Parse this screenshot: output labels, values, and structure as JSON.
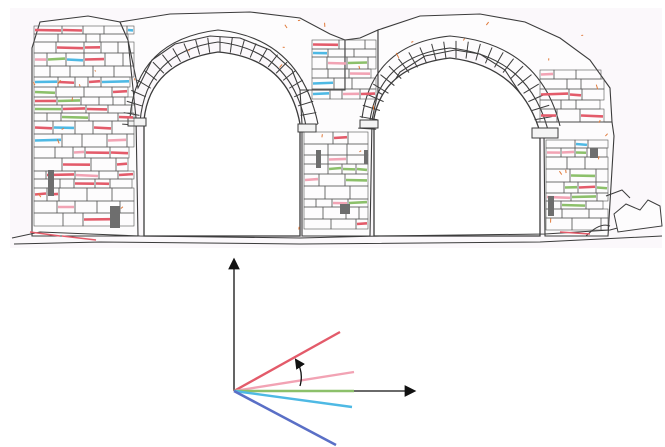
{
  "palette": {
    "background": "#ffffff",
    "drawing_bg": "#fbf8fb",
    "outline": "#3c3c3c",
    "shadow": "#6e6e6e",
    "red": "#e35b6a",
    "pink": "#f2a3b4",
    "green": "#8cc06a",
    "cyan": "#4eb9e4",
    "blue": "#5a6fc6",
    "orange": "#e07b3c",
    "axis": "#111111"
  },
  "elevation": {
    "arch_count": 2,
    "piers": [
      "left-pier",
      "middle-pier",
      "right-pier"
    ],
    "icon": "arch-elevation-drawing"
  },
  "orientation_key": {
    "icon": "angle-key-diagram",
    "axes": [
      "vertical-axis-arrow",
      "horizontal-axis-arrow"
    ],
    "line_colors": [
      "red",
      "pink",
      "green",
      "cyan",
      "blue"
    ],
    "rotation_arrow": "curved-arrow-icon"
  }
}
